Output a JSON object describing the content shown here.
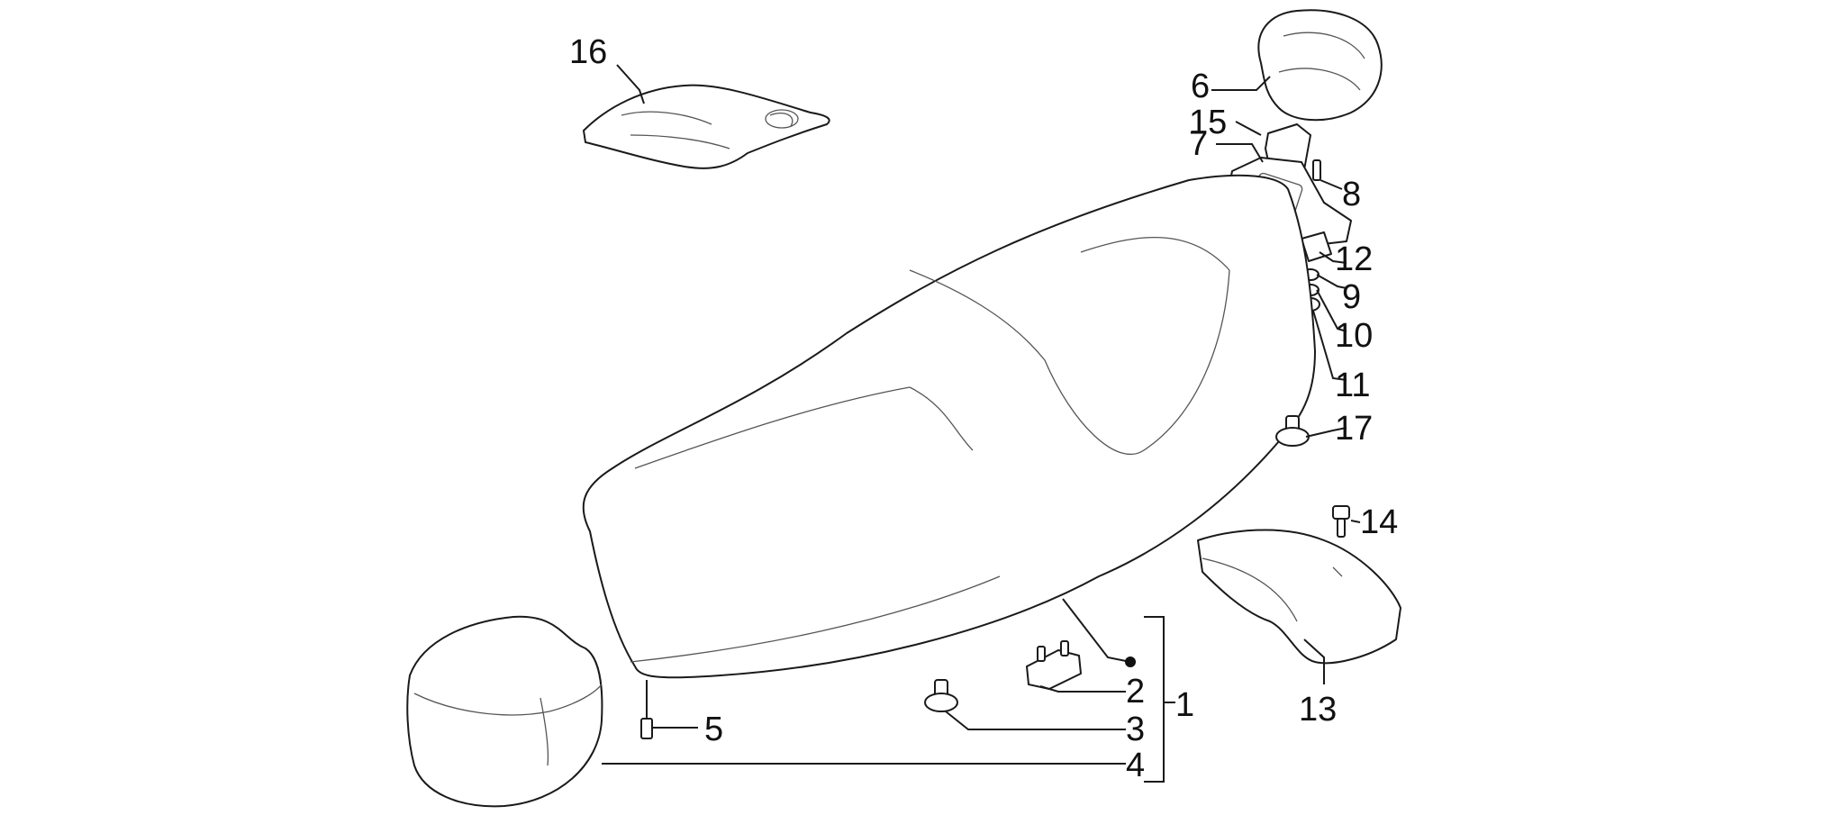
{
  "callouts": {
    "p1": "1",
    "p2": "2",
    "p3": "3",
    "p4": "4",
    "p5": "5",
    "p6": "6",
    "p7": "7",
    "p8": "8",
    "p9": "9",
    "p10": "10",
    "p11": "11",
    "p12": "12",
    "p13": "13",
    "p14": "14",
    "p15": "15",
    "p16": "16",
    "p17": "17"
  },
  "colors": {
    "line": "#1a1a1a",
    "background": "#ffffff"
  }
}
